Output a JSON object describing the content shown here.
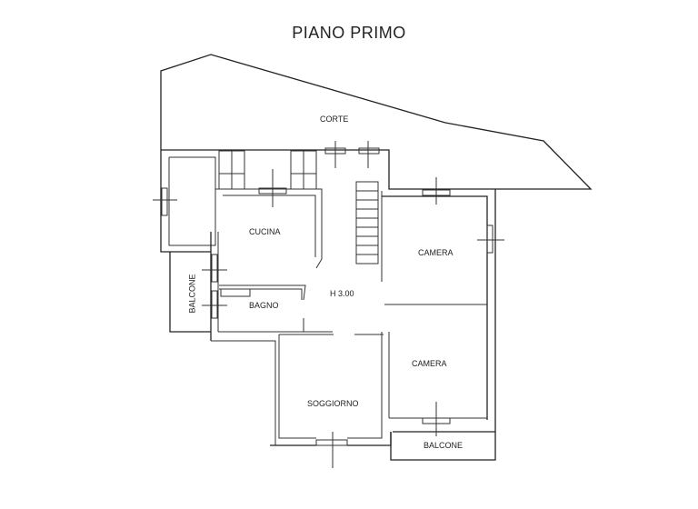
{
  "title": "PIANO PRIMO",
  "rooms": {
    "corte": "CORTE",
    "cucina": "CUCINA",
    "bagno": "BAGNO",
    "balcone_west": "BALCONE",
    "camera_1": "CAMERA",
    "camera_2": "CAMERA",
    "soggiorno": "SOGGIORNO",
    "balcone_south": "BALCONE",
    "height": "H 3.00"
  }
}
